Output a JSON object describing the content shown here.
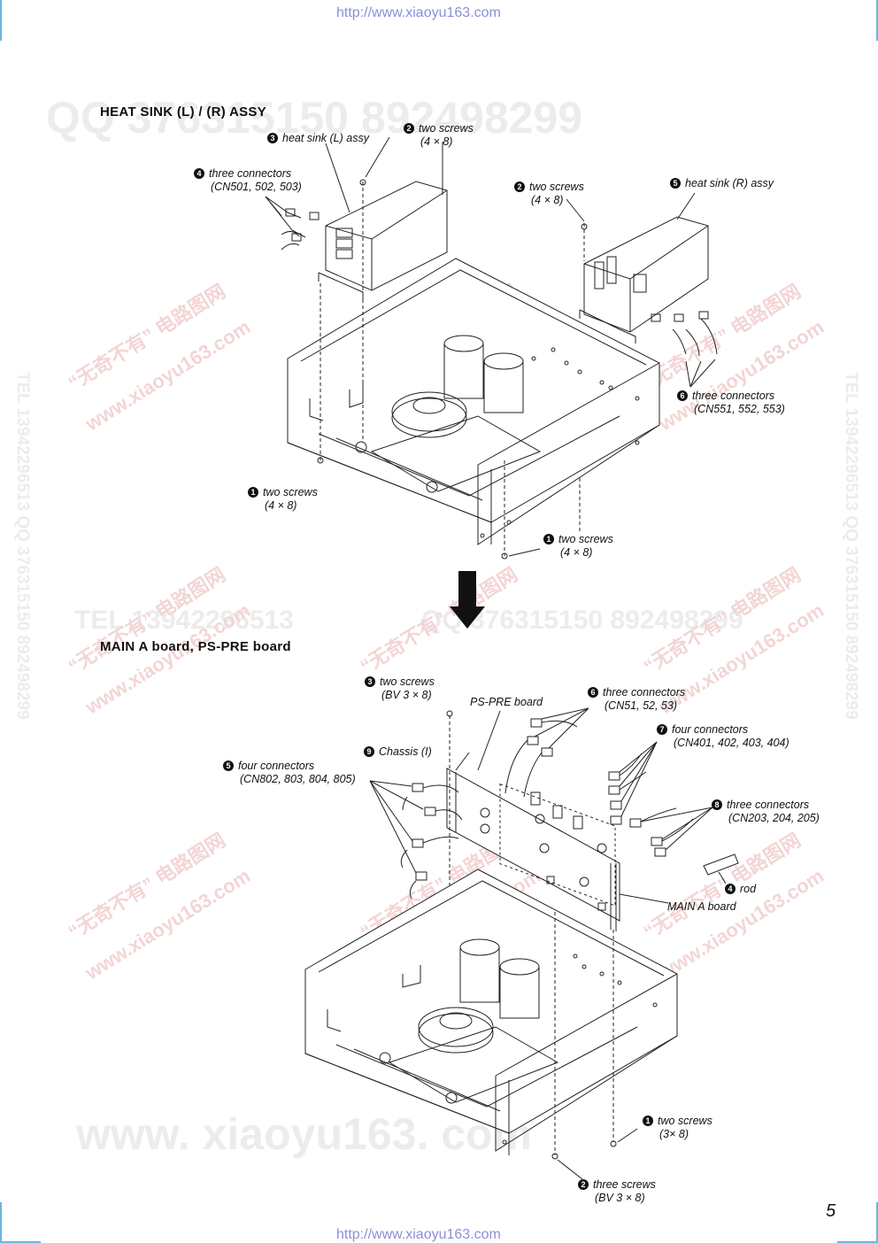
{
  "header_url": "http://www.xiaoyu163.com",
  "footer_url": "http://www.xiaoyu163.com",
  "page_number": "5",
  "watermarks": {
    "qq_top": "QQ 376315150 892498299",
    "tel_mid": "TEL 13942296513",
    "qq_mid": "QQ 376315150 892498299",
    "www_bottom": "www. xiaoyu163. com",
    "side_left": "TEL 13942296513 QQ 376315150 892498299",
    "side_right": "TEL 13942296513 QQ 376315150 892498299",
    "cn_1": "“无奇不有” 电路图网",
    "cn_2": "www.xiaoyu163.com"
  },
  "section1": {
    "title": "HEAT SINK (L) / (R) ASSY",
    "labels": {
      "l3": {
        "num": "3",
        "text": "heat sink (L) assy"
      },
      "l2a": {
        "num": "2",
        "text": "two screws",
        "sub": "(4 × 8)"
      },
      "l4": {
        "num": "4",
        "text": "three connectors",
        "sub": "(CN501, 502, 503)"
      },
      "l2b": {
        "num": "2",
        "text": "two screws",
        "sub": "(4 × 8)"
      },
      "l5": {
        "num": "5",
        "text": "heat sink (R) assy"
      },
      "l6": {
        "num": "6",
        "text": "three connectors",
        "sub": "(CN551, 552, 553)"
      },
      "l1a": {
        "num": "1",
        "text": "two screws",
        "sub": "(4 × 8)"
      },
      "l1b": {
        "num": "1",
        "text": "two screws",
        "sub": "(4 × 8)"
      }
    }
  },
  "section2": {
    "title": "MAIN A board, PS-PRE board",
    "labels": {
      "l3": {
        "num": "3",
        "text": "two screws",
        "sub": "(BV 3 × 8)"
      },
      "pspre": {
        "text": "PS-PRE board"
      },
      "l6": {
        "num": "6",
        "text": "three connectors",
        "sub": "(CN51, 52, 53)"
      },
      "l7": {
        "num": "7",
        "text": "four connectors",
        "sub": "(CN401, 402, 403, 404)"
      },
      "l9": {
        "num": "9",
        "text": "Chassis (I)"
      },
      "l5": {
        "num": "5",
        "text": "four connectors",
        "sub": "(CN802, 803, 804, 805)"
      },
      "l8": {
        "num": "8",
        "text": "three connectors",
        "sub": "(CN203, 204, 205)"
      },
      "l4": {
        "num": "4",
        "text": "rod"
      },
      "mainA": {
        "text": "MAIN A board"
      },
      "l1": {
        "num": "1",
        "text": "two screws",
        "sub": "(3× 8)"
      },
      "l2": {
        "num": "2",
        "text": "three screws",
        "sub": "(BV 3 × 8)"
      }
    }
  }
}
